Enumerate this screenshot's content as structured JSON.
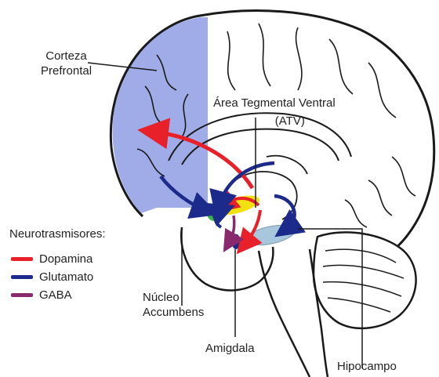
{
  "labels": {
    "corteza_line1": "Corteza",
    "corteza_line2": "Prefrontal",
    "atv_line1": "Área Tegmental Ventral",
    "atv_line2": "(ATV)",
    "nucleo_line1": "Núcleo",
    "nucleo_line2": "Accumbens",
    "amigdala": "Amigdala",
    "hipocampo": "Hipocampo"
  },
  "legend": {
    "title": "Neurotrasmisores:",
    "items": [
      {
        "label": "Dopamina",
        "color": "#e8202a"
      },
      {
        "label": "Glutamato",
        "color": "#1c2a8c"
      },
      {
        "label": "GABA",
        "color": "#8a2a6e"
      }
    ]
  },
  "colors": {
    "prefrontal_fill": "#8e9ee3",
    "hippocampus_fill": "#a9c7dc",
    "accumbens_fill": "#f2e010",
    "vta_fill": "#39b54a",
    "outline": "#1a1a1a"
  }
}
